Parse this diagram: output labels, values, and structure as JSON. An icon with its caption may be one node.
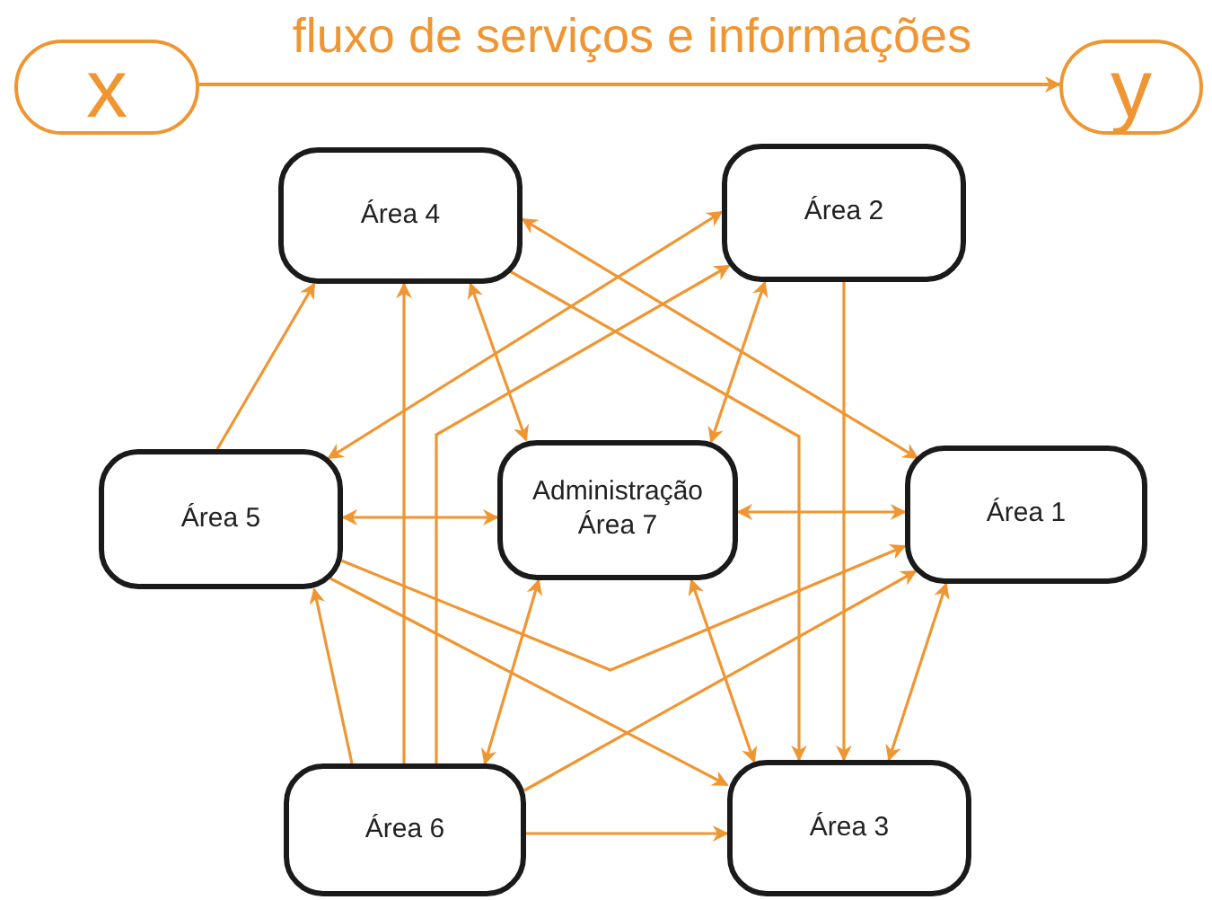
{
  "diagram": {
    "nodes": [
      {
        "text": [
          "x"
        ]
      },
      {
        "text": [
          "y"
        ]
      },
      {
        "text": [
          "Área 4"
        ]
      },
      {
        "text": [
          "Área 2"
        ]
      },
      {
        "text": [
          "Administração Área 7"
        ]
      },
      {
        "text": [
          "Área 5"
        ]
      },
      {
        "text": [
          "Área 1"
        ]
      },
      {
        "text": [
          "Área 6"
        ]
      },
      {
        "text": [
          "Área 3"
        ]
      }
    ],
    "edges": [
      {
        "from": 0,
        "to": 1,
        "arrow": "to",
        "label": "fluxo de serviços e informações"
      },
      {
        "from": 5,
        "to": 2,
        "arrow": "to"
      },
      {
        "from": 7,
        "to": 2,
        "arrow": "to"
      },
      {
        "from": 2,
        "to": 4,
        "arrow": "both"
      },
      {
        "from": 2,
        "to": 6,
        "arrow": "both"
      },
      {
        "from": 2,
        "to": 8,
        "arrow": "to"
      },
      {
        "from": 5,
        "to": 3,
        "arrow": "both"
      },
      {
        "from": 7,
        "to": 3,
        "arrow": "to"
      },
      {
        "from": 3,
        "to": 4,
        "arrow": "both"
      },
      {
        "from": 3,
        "to": 8,
        "arrow": "to"
      },
      {
        "from": 5,
        "to": 4,
        "arrow": "both"
      },
      {
        "from": 4,
        "to": 6,
        "arrow": "both"
      },
      {
        "from": 5,
        "to": 6,
        "arrow": "to"
      },
      {
        "from": 5,
        "to": 8,
        "arrow": "to"
      },
      {
        "from": 7,
        "to": 5,
        "arrow": "to"
      },
      {
        "from": 4,
        "to": 7,
        "arrow": "both"
      },
      {
        "from": 7,
        "to": 6,
        "arrow": "to"
      },
      {
        "from": 7,
        "to": 8,
        "arrow": "to"
      },
      {
        "from": 4,
        "to": 8,
        "arrow": "both"
      },
      {
        "from": 6,
        "to": 8,
        "arrow": "both"
      }
    ]
  }
}
